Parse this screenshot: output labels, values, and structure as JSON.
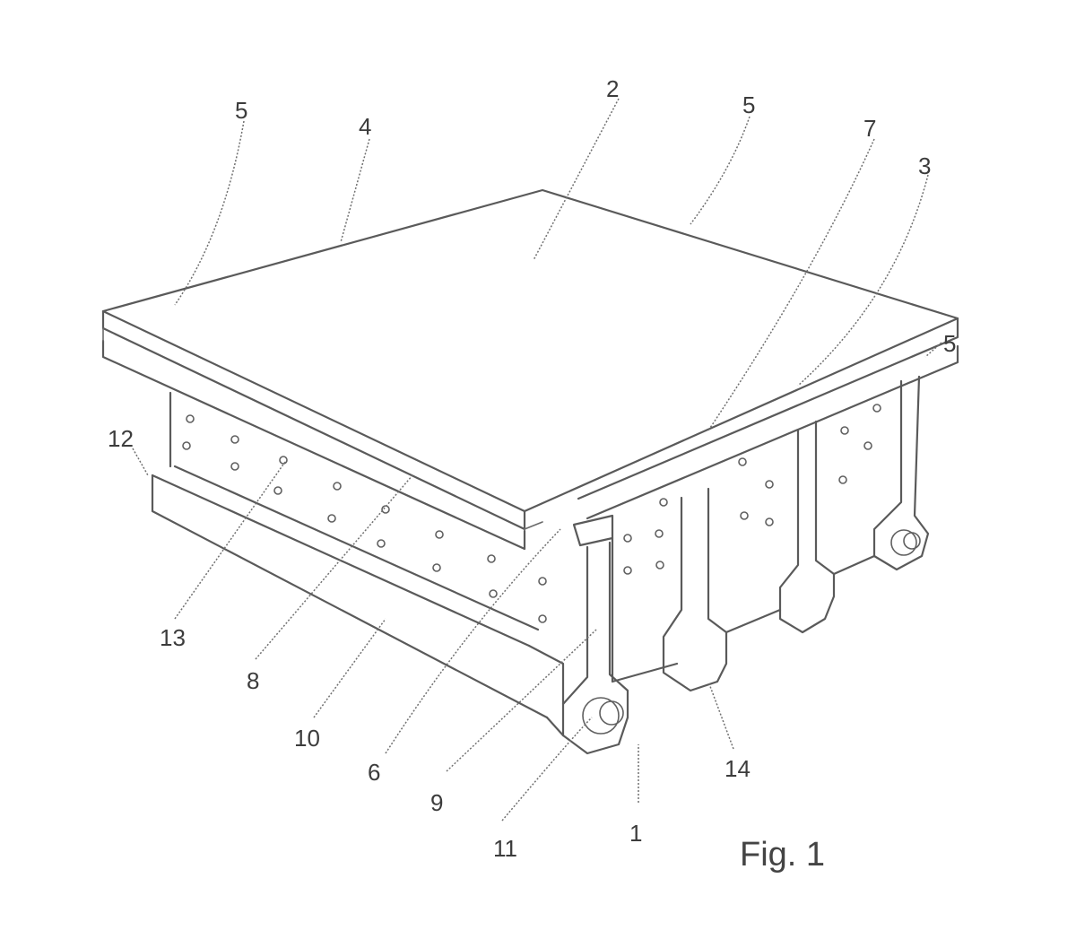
{
  "figure": {
    "caption": "Fig. 1",
    "reference_numerals": {
      "n1": "1",
      "n2": "2",
      "n3": "3",
      "n4": "4",
      "n5_left": "5",
      "n5_top": "5",
      "n5_right": "5",
      "n6": "6",
      "n7": "7",
      "n8": "8",
      "n9": "9",
      "n10": "10",
      "n11": "11",
      "n12": "12",
      "n13": "13",
      "n14": "14"
    }
  },
  "colors": {
    "line": "#5a5a5a",
    "text": "#3c3c3c",
    "background": "#ffffff"
  }
}
